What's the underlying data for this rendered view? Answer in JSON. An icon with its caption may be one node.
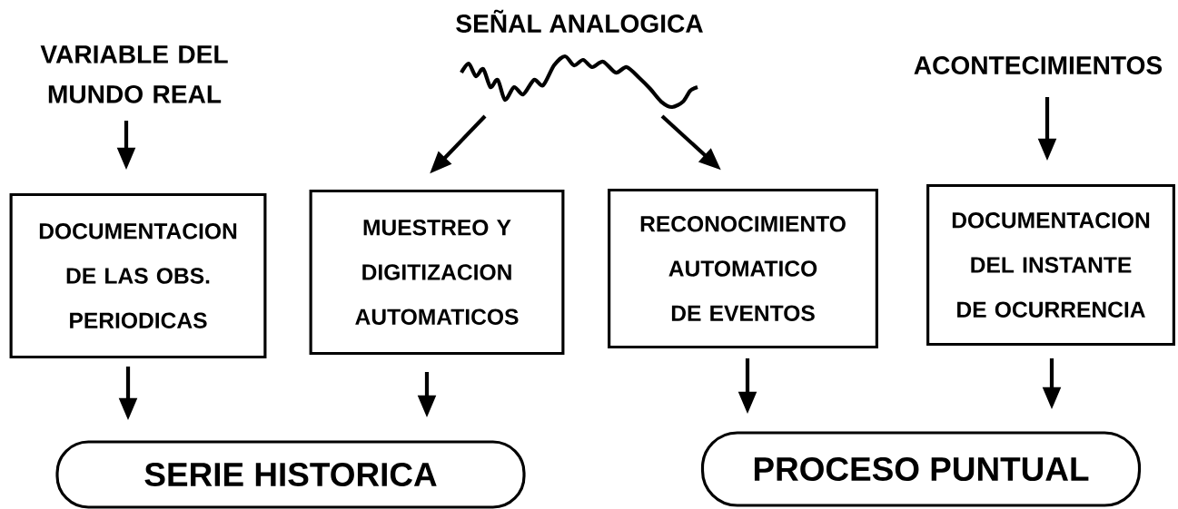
{
  "diagram": {
    "nodes": [
      {
        "text": [
          "VARIABLE DEL MUNDO REAL"
        ]
      },
      {
        "text": [
          "SEÑAL ANALOGICA"
        ]
      },
      {
        "text": [
          "ACONTECIMIENTOS"
        ]
      },
      {
        "text": [
          "DOCUMENTACION DE LAS OBS. PERIODICAS"
        ]
      },
      {
        "text": [
          "MUESTREO Y DIGITIZACION AUTOMATICOS"
        ]
      },
      {
        "text": [
          "RECONOCIMIENTO AUTOMATICO DE EVENTOS"
        ]
      },
      {
        "text": [
          "DOCUMENTACION DEL INSTANTE DE OCURRENCIA"
        ]
      },
      {
        "text": [
          "SERIE HISTORICA"
        ]
      },
      {
        "text": [
          "PROCESO PUNTUAL"
        ]
      }
    ],
    "edges": [
      {
        "from": 0,
        "to": 3,
        "arrow": "to"
      },
      {
        "from": 1,
        "to": 4,
        "arrow": "to"
      },
      {
        "from": 1,
        "to": 5,
        "arrow": "to"
      },
      {
        "from": 2,
        "to": 6,
        "arrow": "to"
      },
      {
        "from": 3,
        "to": 7,
        "arrow": "to"
      },
      {
        "from": 4,
        "to": 7,
        "arrow": "to"
      },
      {
        "from": 5,
        "to": 8,
        "arrow": "to"
      },
      {
        "from": 6,
        "to": 8,
        "arrow": "to"
      }
    ]
  }
}
